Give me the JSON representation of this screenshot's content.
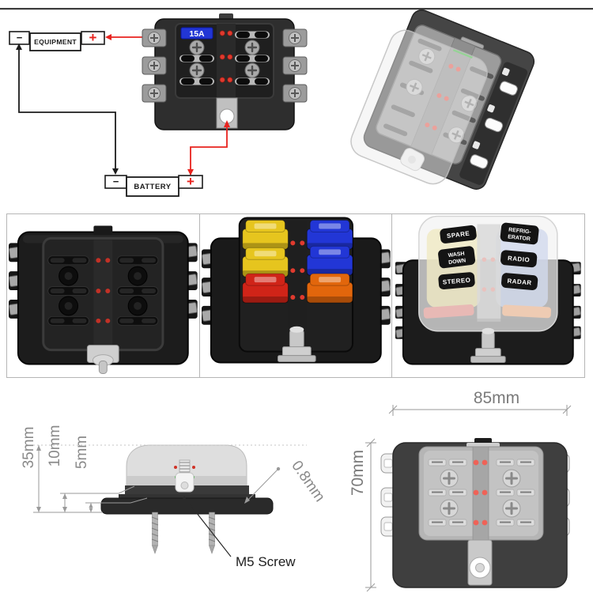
{
  "wiring": {
    "equipment_label": "EQUIPMENT",
    "equipment_minus": "−",
    "equipment_plus": "+",
    "battery_label": "BATTERY",
    "battery_minus": "−",
    "battery_plus": "+",
    "fuse_rating": "15A"
  },
  "cover_labels": {
    "spare": "SPARE",
    "refrigerator_line1": "REFRIG-",
    "refrigerator_line2": "ERATOR",
    "wash_line1": "WASH",
    "wash_line2": "DOWN",
    "stereo": "STEREO",
    "radio": "RADIO",
    "radar": "RADAR"
  },
  "dimensions": {
    "total_height": "35mm",
    "body_height": "10mm",
    "base_height": "5mm",
    "terminal_thickness": "0.8mm",
    "screw_label": "M5 Screw",
    "width": "85mm",
    "length": "70mm"
  },
  "colors": {
    "positive_wire": "#e8231e",
    "negative_wire": "#1c1c1c",
    "led_red": "#e03a2e",
    "indicator_green": "#3cb83c",
    "fuse_blue": "#2236d6",
    "fuse_yellow": "#e6c51e",
    "fuse_red": "#d02418",
    "fuse_orange": "#e2660c"
  }
}
